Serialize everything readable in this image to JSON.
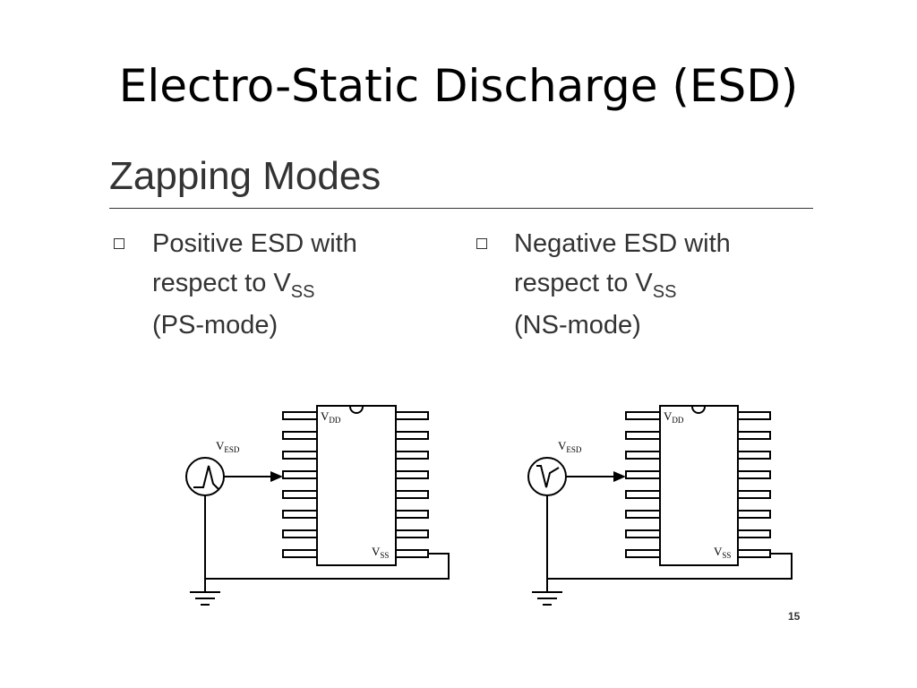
{
  "slide": {
    "title": "Electro-Static Discharge (ESD)",
    "section": "Zapping Modes",
    "page_number": "15"
  },
  "bullets": [
    {
      "line1": "Positive ESD with",
      "line2_prefix": "respect to V",
      "line2_sub": "SS",
      "line3": "(PS-mode)"
    },
    {
      "line1": "Negative ESD with",
      "line2_prefix": "respect to V",
      "line2_sub": "SS",
      "line3": "(NS-mode)"
    }
  ],
  "diagrams": [
    {
      "vdd": "V",
      "vdd_sub": "DD",
      "vss": "V",
      "vss_sub": "SS",
      "vesd": "V",
      "vesd_sub": "ESD"
    },
    {
      "vdd": "V",
      "vdd_sub": "DD",
      "vss": "V",
      "vss_sub": "SS",
      "vesd": "V",
      "vesd_sub": "ESD"
    }
  ]
}
